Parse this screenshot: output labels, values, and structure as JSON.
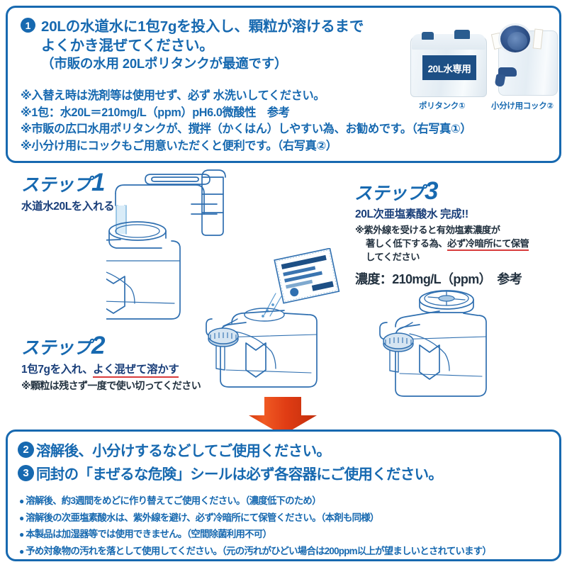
{
  "colors": {
    "brand_blue": "#1769b0",
    "dark_blue_text": "#1a3f7a",
    "near_black": "#22313f",
    "red_underline": "#d83b3b",
    "arrow_red": "#e8491d",
    "photo_label_blue": "#1d4f85"
  },
  "top_panel": {
    "badge": "1",
    "headline_line1": "20Lの水道水に1包7gを投入し、顆粒が溶けるまで",
    "headline_line2": "よくかき混ぜてください。",
    "headline_line3": "（市販の水用 20Lポリタンクが最適です）",
    "notes": [
      "※入替え時は洗剤等は使用せず、必ず 水洗いしてください。",
      "※1包：水20L＝210mg/L（ppm）pH6.0微酸性　参考",
      "※市販の広口水用ポリタンクが、撹拌（かくはん）しやすい為、お勧めです。（右写真①）",
      "※小分け用にコックもご用意いただくと便利です。（右写真②）"
    ]
  },
  "photos": {
    "tank_label_text": "20L水専用",
    "tank_caption": "ポリタンク①",
    "cock_caption": "小分け用コック②"
  },
  "steps": [
    {
      "id": "step1",
      "title_kana": "ステップ",
      "title_num": "1",
      "subtitle": "水道水20Lを入れる",
      "note": "",
      "illustration": "faucet-filling-tank-illustration"
    },
    {
      "id": "step2",
      "title_kana": "ステップ",
      "title_num": "2",
      "subtitle_plain": "1包7gを入れ、",
      "subtitle_underlined": "よく混ぜて溶かす",
      "note": "※顆粒は残さず一度で使い切ってください",
      "illustration": "sachet-pouring-into-tank-illustration"
    },
    {
      "id": "step3",
      "title_kana": "ステップ",
      "title_num": "3",
      "subtitle": "20L次亜塩素酸水 完成!!",
      "note_line1": "※紫外線を受けると有効塩素濃度が",
      "note_line2_plain": "著しく低下する為、",
      "note_line2_underlined": "必ず冷暗所にて保管",
      "note_line3": "してください",
      "concentration": "濃度：210mg/L（ppm）　参考",
      "illustration": "finished-tank-illustration"
    }
  ],
  "arrow": {
    "name": "down-arrow",
    "direction": "down",
    "color": "#e8491d"
  },
  "bottom_panel": {
    "items": [
      {
        "badge": "2",
        "text": "溶解後、小分けするなどしてご使用ください。"
      },
      {
        "badge": "3",
        "text": "同封の「まぜるな危険」シールは必ず各容器にご使用ください。"
      }
    ],
    "bullets": [
      "溶解後、約3週間をめどに作り替えてご使用ください。（濃度低下のため）",
      "溶解後の次亜塩素酸水は、紫外線を避け、必ず冷暗所にて保管ください。（本剤も同様）",
      "本製品は加湿器等では使用できません。（空間除菌利用不可）",
      "予め対象物の汚れを落として使用してください。（元の汚れがひどい場合は200ppm以上が望ましいとされています）"
    ],
    "bullet_marker": "●"
  }
}
